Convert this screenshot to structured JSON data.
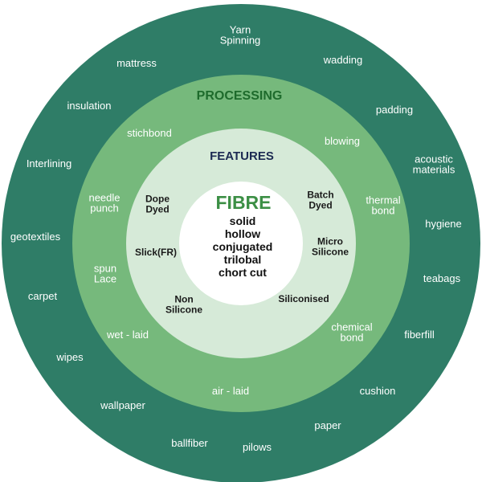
{
  "colors": {
    "outer_ring": "#2f7d67",
    "processing_ring": "#76b97c",
    "features_ring": "#d6ead8",
    "center": "#ffffff",
    "processing_title": "#1e6b2c",
    "features_title": "#1c2a52",
    "fibre_title": "#3c8f45"
  },
  "center": {
    "title": "FIBRE",
    "lines": [
      "solid",
      "hollow",
      "conjugated",
      "trilobal",
      "chort cut"
    ]
  },
  "features": {
    "title": "FEATURES",
    "items": [
      "Dope Dyed",
      "Batch Dyed",
      "Slick(FR)",
      "Micro Silicone",
      "Non Silicone",
      "Siliconised"
    ]
  },
  "processing": {
    "title": "PROCESSING",
    "items": [
      "stichbond",
      "blowing",
      "needle punch",
      "thermal bond",
      "spun Lace",
      "wet - laid",
      "chemical bond",
      "air - laid"
    ]
  },
  "applications": {
    "items": [
      "Yarn Spinning",
      "mattress",
      "wadding",
      "insulation",
      "padding",
      "Interlining",
      "acoustic materials",
      "hygiene",
      "geotextiles",
      "teabags",
      "carpet",
      "fiberfill",
      "wipes",
      "cushion",
      "wallpaper",
      "paper",
      "ballfiber",
      "pilows"
    ]
  }
}
